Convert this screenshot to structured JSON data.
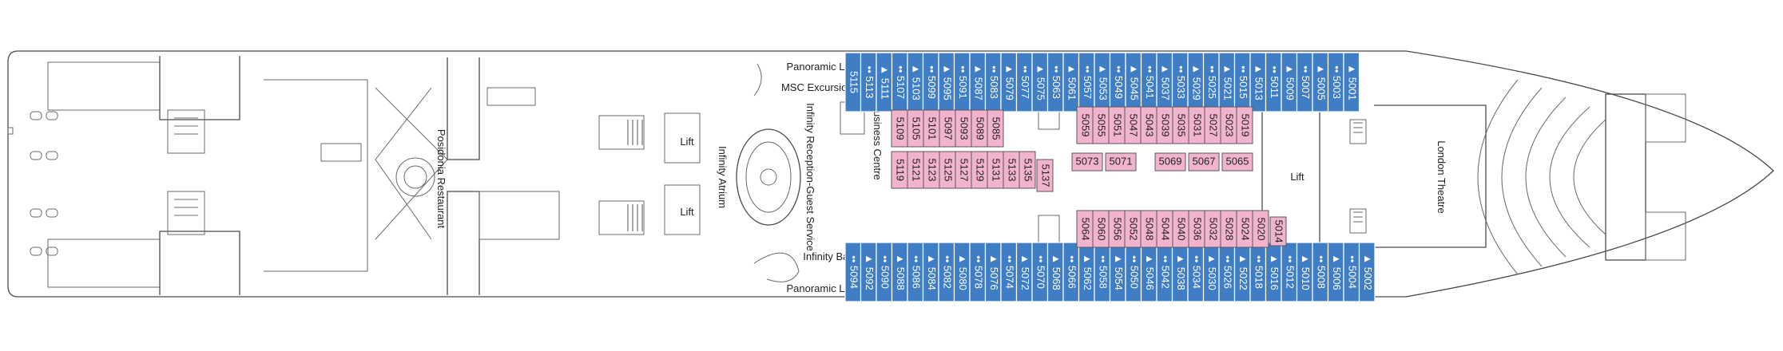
{
  "labels": {
    "panoramic_lift_top": "Panoramic Lift",
    "msc_excursions": "MSC Excursions",
    "panoramic_lift_bottom": "Panoramic Lift",
    "infinity_bar": "Infinity Bar",
    "infinity_atrium": "Infinity Atrium",
    "infinity_reception": "Infinity Reception-Guest Service",
    "business_centre": "Business Centre",
    "posidonia_restaurant": "Posidonia Restaurant",
    "london_theatre": "London Theatre",
    "lift_1": "Lift",
    "lift_2": "Lift",
    "lift_3": "Lift"
  },
  "cabins": {
    "top_ext": [
      {
        "num": "5115",
        "mark": ""
      },
      {
        "num": "5113",
        "mark": "••"
      },
      {
        "num": "5111",
        "mark": "▲"
      },
      {
        "num": "5107",
        "mark": "••"
      },
      {
        "num": "5103",
        "mark": "▲"
      },
      {
        "num": "5099",
        "mark": "••"
      },
      {
        "num": "5095",
        "mark": "▲"
      },
      {
        "num": "5091",
        "mark": "••"
      },
      {
        "num": "5087",
        "mark": "▲"
      },
      {
        "num": "5083",
        "mark": "••"
      },
      {
        "num": "5079",
        "mark": "▲"
      },
      {
        "num": "5077",
        "mark": "••"
      },
      {
        "num": "5075",
        "mark": "▲"
      },
      {
        "num": "5063",
        "mark": "••"
      },
      {
        "num": "5061",
        "mark": "▲"
      },
      {
        "num": "5057",
        "mark": "••"
      },
      {
        "num": "5053",
        "mark": "▲"
      },
      {
        "num": "5049",
        "mark": "••"
      },
      {
        "num": "5045",
        "mark": "▲"
      },
      {
        "num": "5041",
        "mark": "••"
      },
      {
        "num": "5037",
        "mark": "▲"
      },
      {
        "num": "5033",
        "mark": "••"
      },
      {
        "num": "5029",
        "mark": "▲"
      },
      {
        "num": "5025",
        "mark": "••"
      },
      {
        "num": "5021",
        "mark": "▲"
      },
      {
        "num": "5015",
        "mark": "••"
      },
      {
        "num": "5013",
        "mark": "▲"
      },
      {
        "num": "5011",
        "mark": "••"
      },
      {
        "num": "5009",
        "mark": "▲"
      },
      {
        "num": "5007",
        "mark": "••"
      },
      {
        "num": "5005",
        "mark": "▲"
      },
      {
        "num": "5003",
        "mark": "••"
      },
      {
        "num": "5001",
        "mark": "▲"
      }
    ],
    "bottom_ext": [
      {
        "num": "5094",
        "mark": "••"
      },
      {
        "num": "5092",
        "mark": "▲"
      },
      {
        "num": "5090",
        "mark": "••"
      },
      {
        "num": "5088",
        "mark": "▲"
      },
      {
        "num": "5086",
        "mark": "••"
      },
      {
        "num": "5084",
        "mark": "▲"
      },
      {
        "num": "5082",
        "mark": "••"
      },
      {
        "num": "5080",
        "mark": "▲"
      },
      {
        "num": "5078",
        "mark": "••"
      },
      {
        "num": "5076",
        "mark": "▲"
      },
      {
        "num": "5074",
        "mark": "••"
      },
      {
        "num": "5072",
        "mark": "▲"
      },
      {
        "num": "5070",
        "mark": "••"
      },
      {
        "num": "5068",
        "mark": "▲"
      },
      {
        "num": "5066",
        "mark": "••"
      },
      {
        "num": "5062",
        "mark": "▲"
      },
      {
        "num": "5058",
        "mark": "••"
      },
      {
        "num": "5054",
        "mark": "▲"
      },
      {
        "num": "5050",
        "mark": "••"
      },
      {
        "num": "5046",
        "mark": "▲"
      },
      {
        "num": "5042",
        "mark": "••"
      },
      {
        "num": "5038",
        "mark": "▲"
      },
      {
        "num": "5034",
        "mark": "••"
      },
      {
        "num": "5030",
        "mark": "▲"
      },
      {
        "num": "5026",
        "mark": "••"
      },
      {
        "num": "5022",
        "mark": "▲"
      },
      {
        "num": "5018",
        "mark": "••"
      },
      {
        "num": "5016",
        "mark": "▲"
      },
      {
        "num": "5012",
        "mark": "••"
      },
      {
        "num": "5010",
        "mark": "▲"
      },
      {
        "num": "5008",
        "mark": "••"
      },
      {
        "num": "5006",
        "mark": "▲"
      },
      {
        "num": "5004",
        "mark": "••"
      },
      {
        "num": "5002",
        "mark": "▲"
      }
    ],
    "int_row1": [
      "5109",
      "5105",
      "5101",
      "5097",
      "5093",
      "5089",
      "5085"
    ],
    "int_row2": [
      "5119",
      "5121",
      "5123",
      "5125",
      "5127",
      "5129",
      "5131",
      "5133",
      "5135"
    ],
    "int_single": "5137",
    "int_row3": [
      "5059",
      "5055",
      "5051",
      "5047",
      "5043",
      "5039",
      "5035",
      "5031",
      "5027",
      "5023",
      "5019"
    ],
    "int_middle": [
      "5073",
      "5071",
      "5069",
      "5067",
      "5065"
    ],
    "int_row4": [
      "5064",
      "5060",
      "5056",
      "5052",
      "5048",
      "5044",
      "5040",
      "5036",
      "5032",
      "5028",
      "5024",
      "5020"
    ],
    "int_lone": "5014"
  },
  "colors": {
    "outside": "#3f7ec4",
    "inside": "#f2b3cf"
  }
}
